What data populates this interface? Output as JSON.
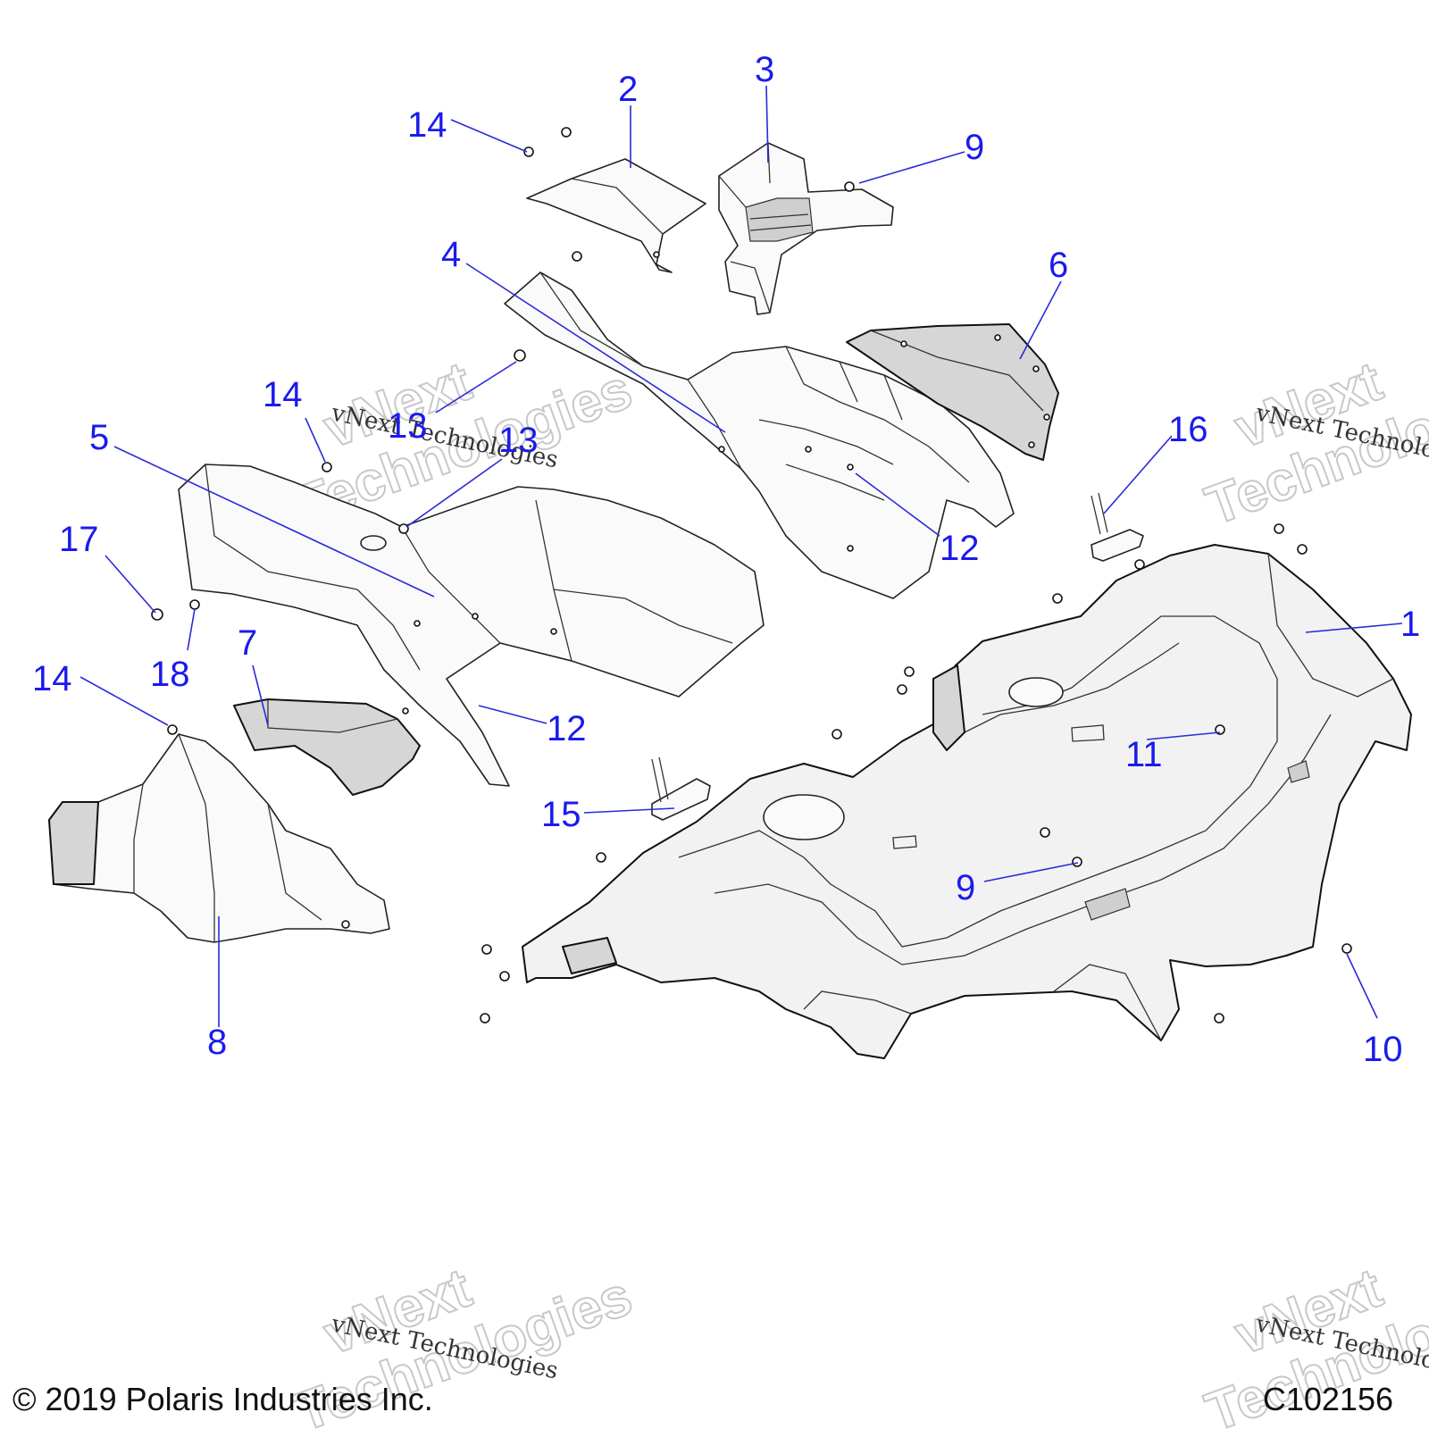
{
  "callouts": {
    "n1": "1",
    "n2": "2",
    "n3": "3",
    "n4": "4",
    "n5": "5",
    "n6": "6",
    "n7": "7",
    "n8": "8",
    "n9a": "9",
    "n9b": "9",
    "n10": "10",
    "n11": "11",
    "n12a": "12",
    "n12b": "12",
    "n13a": "13",
    "n13b": "13",
    "n14a": "14",
    "n14b": "14",
    "n14c": "14",
    "n15": "15",
    "n16": "16",
    "n17": "17",
    "n18": "18"
  },
  "watermark": {
    "small_text": "vNext Technologies",
    "big_line1": "vNext",
    "big_line2": "Technologies"
  },
  "footer": {
    "copyright": "© 2019 Polaris Industries Inc.",
    "code": "C102156"
  }
}
